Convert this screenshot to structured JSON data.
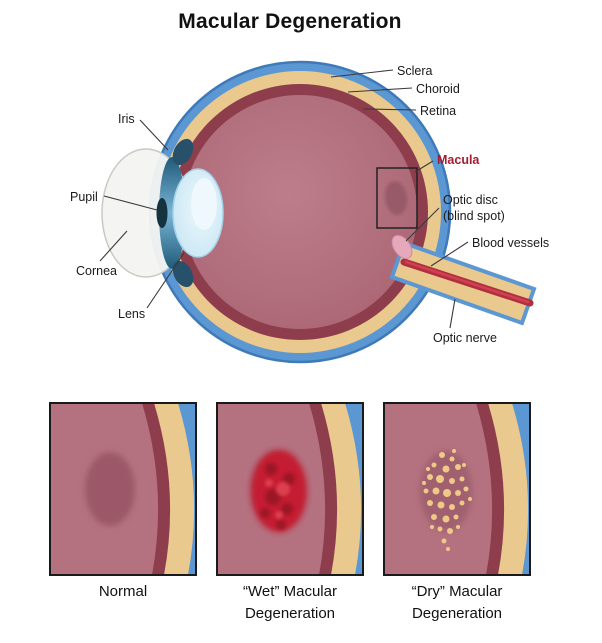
{
  "title": "Macular Degeneration",
  "labels": {
    "sclera": "Sclera",
    "choroid": "Choroid",
    "retina": "Retina",
    "macula": "Macula",
    "optic_disc": "Optic disc (blind spot)",
    "blood_vessels": "Blood vessels",
    "optic_nerve": "Optic nerve",
    "iris": "Iris",
    "pupil": "Pupil",
    "cornea": "Cornea",
    "lens": "Lens"
  },
  "panels": [
    {
      "caption": "Normal"
    },
    {
      "caption": "“Wet” Macular Degeneration"
    },
    {
      "caption": "“Dry” Macular Degeneration"
    }
  ],
  "colors": {
    "sclera_blue": "#5b97d3",
    "choroid_tan": "#e9c98e",
    "retina_maroon": "#8e3d4d",
    "vitreous_rose": "#b4717f",
    "macula_label_red": "#a51c30",
    "wet_lesion_red": "#c41f30",
    "drusen_yellow": "#eec988",
    "text": "#1a1a1a"
  }
}
